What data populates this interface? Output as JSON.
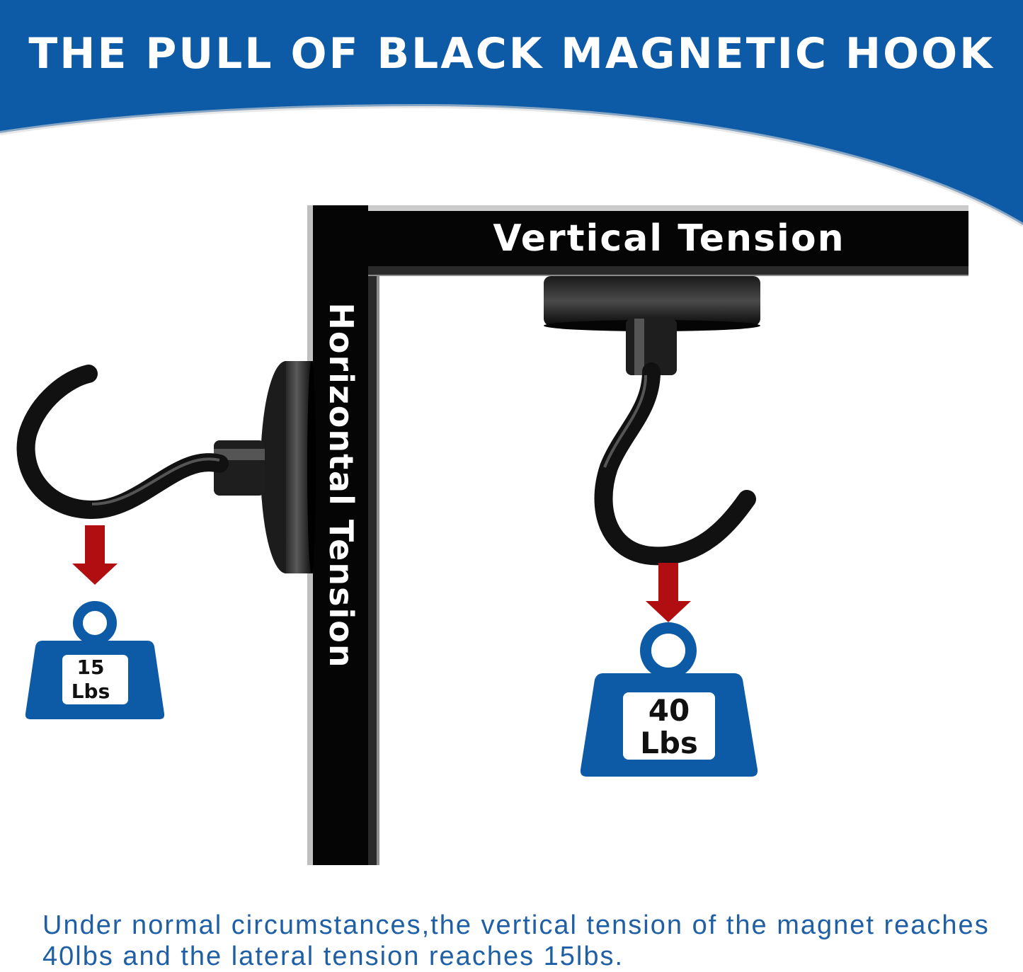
{
  "header": {
    "title": "THE PULL OF BLACK MAGNETIC HOOK",
    "background_color": "#0d5ba6"
  },
  "diagram": {
    "vertical_label": "Vertical Tension",
    "horizontal_label": "Horizontal Tension",
    "arrow_color": "#b00e10",
    "weight_color": "#0d5ba6",
    "small_weight": {
      "number": "15",
      "unit": "Lbs"
    },
    "big_weight": {
      "number": "40",
      "unit": "Lbs"
    }
  },
  "caption": "Under normal circumstances,the vertical tension of the magnet reaches 40lbs and the lateral tension reaches 15lbs."
}
